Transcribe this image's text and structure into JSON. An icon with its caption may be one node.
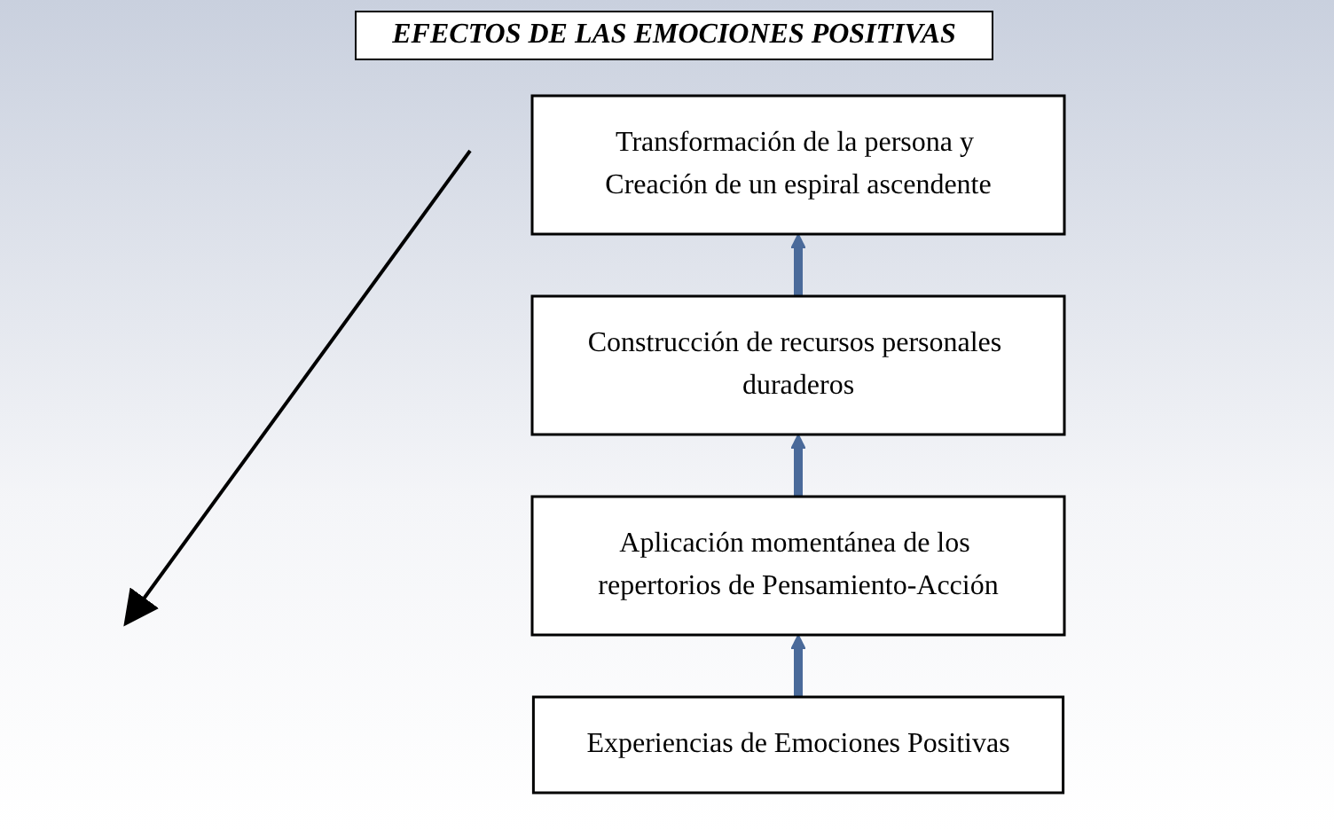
{
  "diagram": {
    "title": "EFECTOS DE LAS EMOCIONES POSITIVAS",
    "nodes": [
      {
        "text": [
          "Experiencias de Emociones Positivas"
        ]
      },
      {
        "text": [
          "Aplicación momentánea de los repertorios de Pensamiento-Acción"
        ]
      },
      {
        "text": [
          "Construcción de recursos personales duraderos"
        ]
      },
      {
        "text": [
          "Transformación de la persona y Creación de un espiral ascendente"
        ]
      }
    ],
    "edges": [
      {
        "from": 0,
        "to": 1,
        "arrow": "to"
      },
      {
        "from": 1,
        "to": 2,
        "arrow": "to"
      },
      {
        "from": 2,
        "to": 3,
        "arrow": "to"
      }
    ]
  }
}
